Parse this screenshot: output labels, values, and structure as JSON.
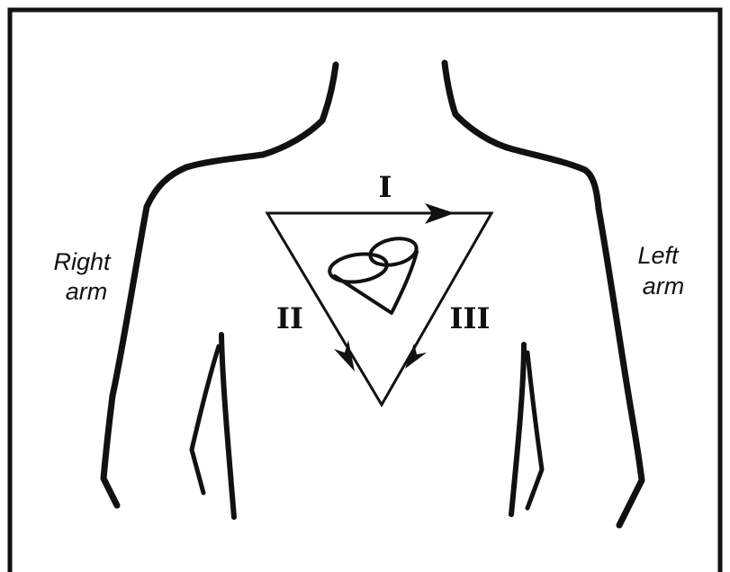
{
  "labels": {
    "lead_1": "I",
    "lead_2": "II",
    "lead_3": "III",
    "right_arm_line1": "Right",
    "right_arm_line2": "arm",
    "left_arm_line1": "Left",
    "left_arm_line2": "arm"
  },
  "colors": {
    "ink": "#111111",
    "background": "#ffffff"
  }
}
